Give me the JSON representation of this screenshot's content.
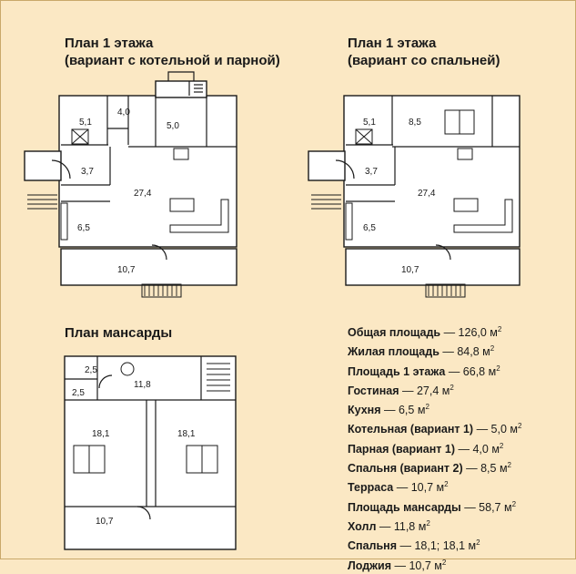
{
  "colors": {
    "background": "#fbe8c4",
    "wall": "#1a1a1a",
    "wall_fill": "#ffffff"
  },
  "plan1": {
    "title_line1": "План 1 этажа",
    "title_line2": "(вариант с котельной и парной)",
    "rooms": {
      "wc": "5,1",
      "sauna": "4,0",
      "boiler": "5,0",
      "hall": "3,7",
      "living": "27,4",
      "kitchen": "6,5",
      "terrace": "10,7"
    }
  },
  "plan2": {
    "title_line1": "План 1 этажа",
    "title_line2": "(вариант со спальней)",
    "rooms": {
      "wc": "5,1",
      "bedroom": "8,5",
      "hall": "3,7",
      "living": "27,4",
      "kitchen": "6,5",
      "terrace": "10,7"
    }
  },
  "attic": {
    "title": "План мансарды",
    "rooms": {
      "bath1": "2,5",
      "bath2": "2,5",
      "hall": "11,8",
      "bedroom_left": "18,1",
      "bedroom_right": "18,1",
      "loggia": "10,7"
    }
  },
  "specs": [
    {
      "name": "Общая площадь",
      "value": "126,0 м",
      "sup": "2"
    },
    {
      "name": "Жилая площадь",
      "value": "84,8 м",
      "sup": "2"
    },
    {
      "name": "Площадь 1 этажа",
      "value": "66,8 м",
      "sup": "2"
    },
    {
      "name": "Гостиная",
      "value": "27,4 м",
      "sup": "2"
    },
    {
      "name": "Кухня",
      "value": "6,5 м",
      "sup": "2"
    },
    {
      "name": "Котельная (вариант 1)",
      "value": "5,0 м",
      "sup": "2"
    },
    {
      "name": "Парная (вариант 1)",
      "value": "4,0 м",
      "sup": "2"
    },
    {
      "name": "Спальня (вариант 2)",
      "value": "8,5 м",
      "sup": "2"
    },
    {
      "name": "Терраса",
      "value": "10,7 м",
      "sup": "2"
    },
    {
      "name": "Площадь мансарды",
      "value": "58,7 м",
      "sup": "2"
    },
    {
      "name": "Холл",
      "value": "11,8 м",
      "sup": "2"
    },
    {
      "name": "Спальня",
      "value": "18,1; 18,1 м",
      "sup": "2"
    },
    {
      "name": "Лоджия",
      "value": "10,7 м",
      "sup": "2"
    }
  ],
  "spec_separator": " — "
}
